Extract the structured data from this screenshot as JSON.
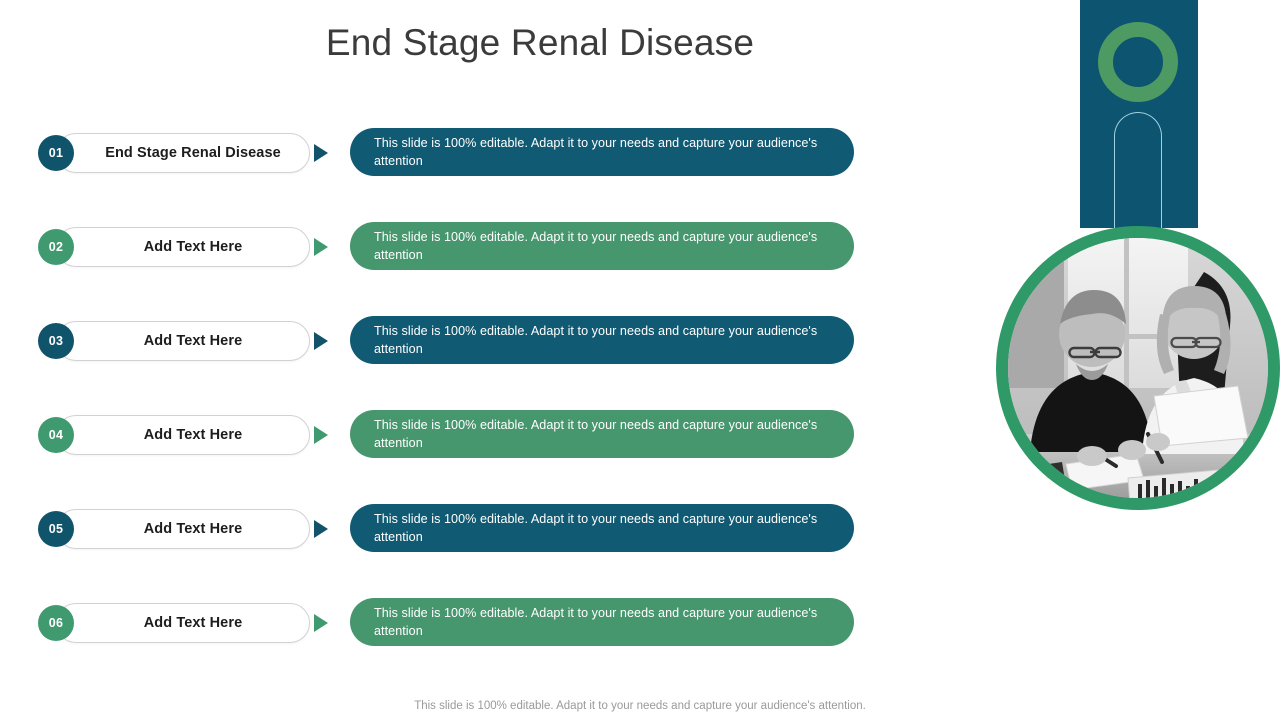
{
  "slide": {
    "title": "End Stage Renal Disease",
    "footer": "This slide is 100% editable. Adapt it to your needs and capture your audience's attention."
  },
  "colors": {
    "teal": "#10546c",
    "teal_box": "#115a74",
    "green": "#3f9a70",
    "green_box": "#46966e",
    "title_text": "#3b3b3b",
    "footer_text": "#9a9a9a",
    "panel_teal": "#0d5470",
    "ring_green": "#4e9a63",
    "photo_ring": "#2f9a67"
  },
  "rows": [
    {
      "number": "01",
      "label": "End Stage Renal Disease",
      "description": "This slide is 100% editable. Adapt it to your needs and capture your audience's attention",
      "accent": "teal"
    },
    {
      "number": "02",
      "label": "Add Text Here",
      "description": "This slide is 100% editable. Adapt it to your needs and capture your audience's attention",
      "accent": "green"
    },
    {
      "number": "03",
      "label": "Add Text Here",
      "description": "This slide is 100% editable. Adapt it to your needs and capture your audience's attention",
      "accent": "teal"
    },
    {
      "number": "04",
      "label": "Add Text Here",
      "description": "This slide is 100% editable. Adapt it to your needs and capture your audience's attention",
      "accent": "green"
    },
    {
      "number": "05",
      "label": "Add Text Here",
      "description": "This slide is 100% editable. Adapt it to your needs and capture your audience's attention",
      "accent": "teal"
    },
    {
      "number": "06",
      "label": "Add Text Here",
      "description": "This slide is 100% editable. Adapt it to your needs and capture your audience's attention",
      "accent": "green"
    }
  ],
  "decoration": {
    "ring_icon": "circle-outline-icon",
    "arch_icon": "arch-outline-icon",
    "photo_alt": "two-colleagues-reviewing-documents-photo"
  }
}
